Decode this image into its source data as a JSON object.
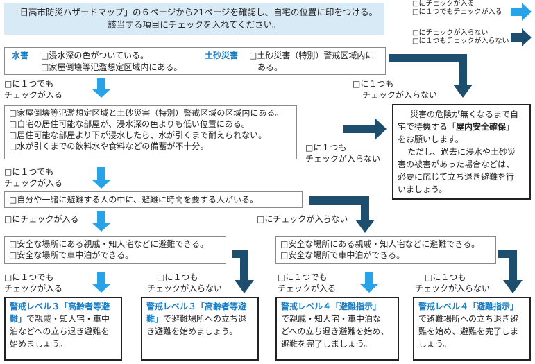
{
  "header": {
    "line1": "「日高市防災ハザードマップ」の６ページから21ページを確認し、自宅の位置に印をつける。",
    "line2": "該当する項目にチェックを入れてください。"
  },
  "legend": {
    "light": [
      "□にチェックが入る",
      "□に１つでもチェックが入る"
    ],
    "dark": [
      "□にチェックが入らない",
      "□に１つもチェックが入らない"
    ],
    "colors": {
      "light_arrow": "#29a3e8",
      "dark_arrow": "#1d4e6e"
    }
  },
  "step1": {
    "suigai_label": "水害",
    "suigai_items": [
      "□浸水深の色がついている。",
      "□家屋倒壊等氾濫想定区域内にある。"
    ],
    "dosha_label": "土砂災害",
    "dosha_items": [
      "□土砂災害（特別）警戒区域内に",
      "ある。"
    ]
  },
  "labels": {
    "any_checked_1": "□に１つでも",
    "any_checked_2": "チェックが入る",
    "none_checked_1": "□に１つも",
    "none_checked_2": "チェックが入らない",
    "checked": "□にチェックが入る",
    "not_checked": "□にチェックが入らない"
  },
  "step2": {
    "items": [
      "□家屋倒壊等氾濫想定区域と土砂災害（特別）警戒区域の区域内にある。",
      "□自宅の居住可能な部屋が、浸水深の色よりも低い位置にある。",
      "□居住可能な部屋より下が浸水したら、水が引くまで耐えられない。",
      "□水が引くまでの飲料水や食料などの備蓄が不十分。"
    ]
  },
  "safe": {
    "line1": "災害の危険が無くなるまで自",
    "line2a": "宅で待機する「",
    "line2b": "屋内安全確保",
    "line2c": "」",
    "line3": "をお願いします。",
    "line4": "ただし、過去に浸水や土砂災",
    "line5": "害の被害があった場合などは、",
    "line6": "必要に応じて立ち退き避難を行",
    "line7": "いましょう。"
  },
  "step3": {
    "item": "□自分や一緒に避難する人の中に、避難に時間を要する人がいる。"
  },
  "step4": {
    "items": [
      "□安全な場所にある親戚・知人宅などに避難できる。",
      "□安全な場所で車中泊ができる。"
    ]
  },
  "results": [
    {
      "level": "警戒レベル３「高齢者等避",
      "level2": "難」",
      "rest": [
        "で親戚・知人宅・車中",
        "泊などへの立ち退き避難を",
        "始めましょう。"
      ]
    },
    {
      "level": "警戒レベル３「高齢者等避",
      "level2": "難」",
      "rest": [
        "で避難場所への立ち退",
        "き避難を始めましょう。"
      ]
    },
    {
      "level": "警戒レベル４「避難指示」",
      "level2": "",
      "rest": [
        "で親戚・知人宅・車中泊な",
        "どへの立ち退き避難を始め、",
        "避難を完了しましょう。"
      ]
    },
    {
      "level": "警戒レベル４「避難指示」",
      "level2": "",
      "rest": [
        "で避難場所への立ち退き避",
        "難を始め、避難を完了しま",
        "しょう。"
      ]
    }
  ]
}
